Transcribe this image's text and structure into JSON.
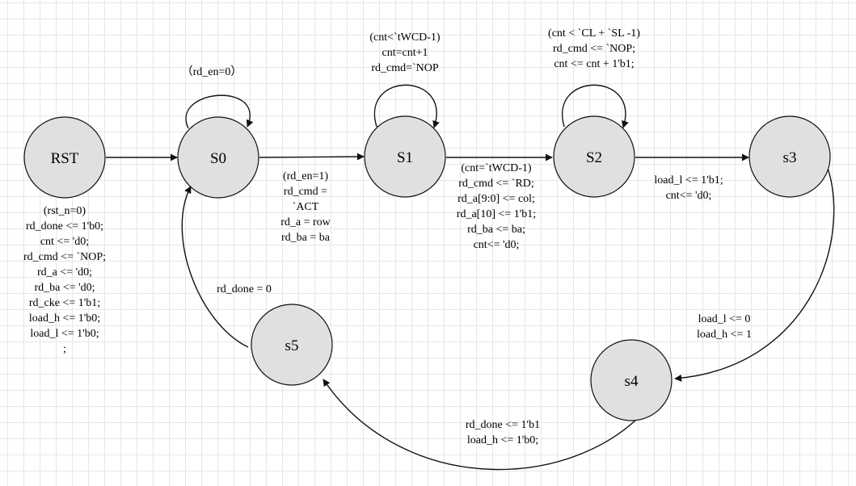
{
  "states": {
    "rst": "RST",
    "s0": "S0",
    "s1": "S1",
    "s2": "S2",
    "s3": "s3",
    "s4": "s4",
    "s5": "s5"
  },
  "annotations": {
    "rst_init": [
      "(rst_n=0)",
      "rd_done <= 1'b0;",
      "cnt <= 'd0;",
      "rd_cmd <= `NOP;",
      "rd_a <= 'd0;",
      "rd_ba <= 'd0;",
      "rd_cke <= 1'b1;",
      "load_h <= 1'b0;",
      "load_l <= 1'b0;",
      ";"
    ],
    "s0_loop": [
      "（rd_en=0）"
    ],
    "s0_to_s1": [
      "(rd_en=1)",
      "rd_cmd =",
      "`ACT",
      "rd_a = row",
      "rd_ba = ba"
    ],
    "s1_loop": [
      "(cnt<`tWCD-1)",
      "cnt=cnt+1",
      "rd_cmd=`NOP"
    ],
    "s1_to_s2": [
      "(cnt=`tWCD-1)",
      "rd_cmd <= `RD;",
      "rd_a[9:0] <= col;",
      "rd_a[10] <= 1'b1;",
      "rd_ba <= ba;",
      "cnt<= 'd0;"
    ],
    "s2_loop": [
      "(cnt < `CL + `SL -1)",
      "rd_cmd <= `NOP;",
      "cnt <= cnt + 1'b1;"
    ],
    "s2_to_s3": [
      "load_l <= 1'b1;",
      "cnt<= 'd0;"
    ],
    "s3_to_s4": [
      "load_l <= 0",
      "load_h <= 1"
    ],
    "s4_to_s5": [
      "rd_done <= 1'b1",
      "load_h <= 1'b0;"
    ],
    "s5_to_s0": [
      "rd_done = 0"
    ]
  }
}
